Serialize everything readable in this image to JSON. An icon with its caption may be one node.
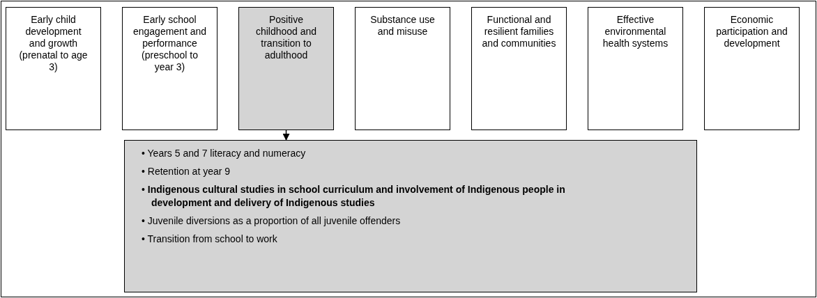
{
  "diagram": {
    "nodes": [
      {
        "text": [
          "Early child development and growth (prenatal to age 3)"
        ]
      },
      {
        "text": [
          "Early school engagement and performance (preschool to year 3)"
        ]
      },
      {
        "text": [
          "Positive childhood and transition to adulthood"
        ]
      },
      {
        "text": [
          "Substance use and misuse"
        ]
      },
      {
        "text": [
          "Functional and resilient families and communities"
        ]
      },
      {
        "text": [
          "Effective environmental health systems"
        ]
      },
      {
        "text": [
          "Economic participation and development"
        ]
      },
      {
        "text": [
          "• Years 5 and 7 literacy and numeracy",
          "• Retention at year 9",
          "• **Indigenous cultural studies in school curriculum and involvement of Indigenous people in development and delivery of Indigenous studies**",
          "• Juvenile diversions as a proportion of all juvenile offenders",
          "• Transition from school to work"
        ]
      }
    ],
    "edges": [
      {
        "from": 2,
        "to": 7,
        "arrow": "to"
      }
    ]
  }
}
